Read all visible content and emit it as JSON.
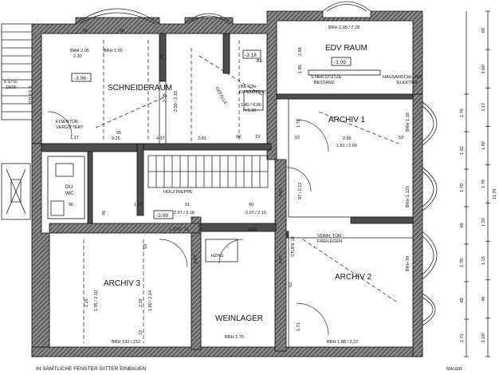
{
  "rooms": {
    "schneideraum": "SCHNEIDERAUM",
    "edv": "EDV RAUM",
    "archiv1": "ARCHIV 1",
    "archiv2": "ARCHIV 2",
    "archiv3": "ARCHIV 3",
    "weinlager": "WEINLAGER",
    "du_wc": "DU",
    "wc": "WC"
  },
  "levels": {
    "schneideraum": "-3.06",
    "edv": "-3.09",
    "stair_corner": "-3.09",
    "top_mid": "-3.18"
  },
  "labels": {
    "brh_top_left": "BRH 2.05",
    "brh_top_left2": "2.30",
    "brh_top_left3": "BRH 1.55",
    "brh_edv": "BRH 2.05 / 2.28",
    "eisentur": "EISENTÜR",
    "verglast": "VERGITTERT",
    "stufe": "STUFE 6",
    "stg": "8 STG.",
    "stg_dim": "19/26",
    "beton": "BETON-",
    "fundament": "FUNDAMENT",
    "fund_dim1": "1.40 / 0.80",
    "fund_dim2": "H 0.30",
    "stahlstuetze": "STAHLSTÜTZE",
    "bestand": "BESTAND",
    "hausanschluss": "HAUSANSCHLUSS",
    "elektro": "ELEKTRO",
    "gefaelle": "GEFÄLLE",
    "holztreppe": "HOLZTREPPE",
    "fht1": "FHT",
    "fht2": "FHT",
    "fht3": "FHT",
    "fht4": "FHT",
    "stg11": "1 STG. 11",
    "stg11b": "STUFE 10",
    "vorh_tur": "VORH. TÜR",
    "freilegen": "FREILEGEN",
    "hzng": "HZNG",
    "brh_w": "BRH 1.75",
    "brh_a3": "BRH 192 / 212",
    "brh_a2": "BRH 1.88 / 2.22",
    "brh_a1": "BRH 1.18",
    "brh_a1b": "BRH 1.125",
    "brh_a2b": "BRH 99",
    "footer": "IN SÄMTLICHE FENSTER GITTER EINBAUEN",
    "mauer": "MAUER",
    "top_bb": "BE",
    "d_185": "1.85",
    "d_288": "2.88",
    "d_935": "9.25",
    "d_437": "4.37",
    "d_263": "2.63",
    "d_239": "2.39",
    "d_200": "2.00 / 2.18",
    "d_285": "2.85",
    "d_181": "1.81 / 2.09",
    "d_176": "1.76",
    "d_229": "2.29",
    "d_195": "1.95 / 2.10",
    "d_229b": "2.29",
    "d_190": "1.90 / 2.14",
    "d_171": "1.71",
    "d_207": "2.07 / 2.18",
    "d_207b": "2.07 / 2.15",
    "d_212": "97 / 2.12",
    "d_56": "56",
    "d_56b": "56",
    "d_52": "52",
    "d_53": "53",
    "d_53b": "53",
    "d_72": "72",
    "d_96": "96",
    "d_137": "1.37",
    "d_91": "91",
    "d_90": "90",
    "d_157": "1.57",
    "d_19": "19",
    "d_29": "29",
    "d_95": "95",
    "d_84": "84",
    "d_76": "76",
    "d_62": "62"
  },
  "right_dims": {
    "outer": [
      "60",
      "3.16⁵",
      "1.17",
      "1.02",
      "1.70",
      "1.20",
      "1.15",
      "48",
      "3.16⁵"
    ],
    "inner": [
      "1.76",
      "1.02",
      "1.70",
      "48",
      "1.70",
      "48",
      "1.71"
    ],
    "total": "11.70"
  }
}
